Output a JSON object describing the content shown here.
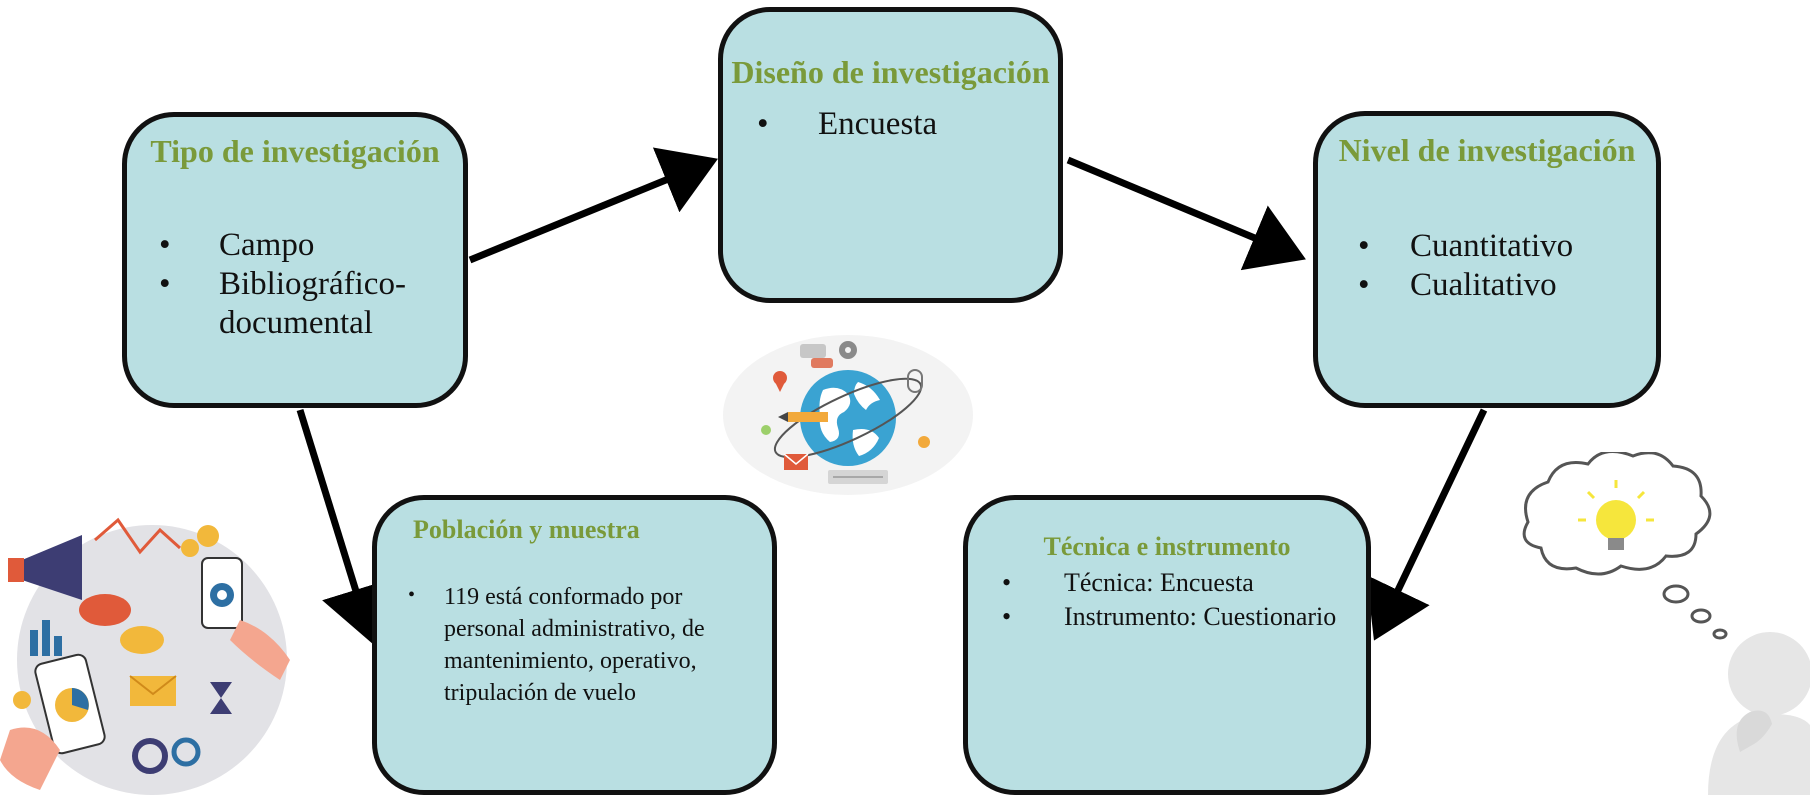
{
  "colors": {
    "card_fill": "#b9dfe2",
    "card_border": "#111111",
    "title_text": "#7a9a3a",
    "body_text": "#111111",
    "arrow": "#000000"
  },
  "bullet_symbol": "•",
  "tipo": {
    "title": "Tipo de investigación",
    "items": [
      "Campo",
      "Bibliográfico-documental"
    ]
  },
  "diseno": {
    "title": "Diseño de investigación",
    "items": [
      "Encuesta"
    ]
  },
  "nivel": {
    "title": "Nivel de investigación",
    "items": [
      "Cuantitativo",
      "Cualitativo"
    ]
  },
  "poblacion": {
    "title": "Población y muestra",
    "items": [
      "119 está conformado por personal administrativo, de mantenimiento, operativo, tripulación de vuelo"
    ]
  },
  "tecnica": {
    "title": "Técnica e instrumento",
    "items": [
      "Técnica:  Encuesta",
      "Instrumento: Cuestionario"
    ]
  },
  "illustrations": {
    "left": "digital-marketing-illustration",
    "center": "globe-technology-illustration",
    "right": "thinking-person-lightbulb-illustration"
  }
}
